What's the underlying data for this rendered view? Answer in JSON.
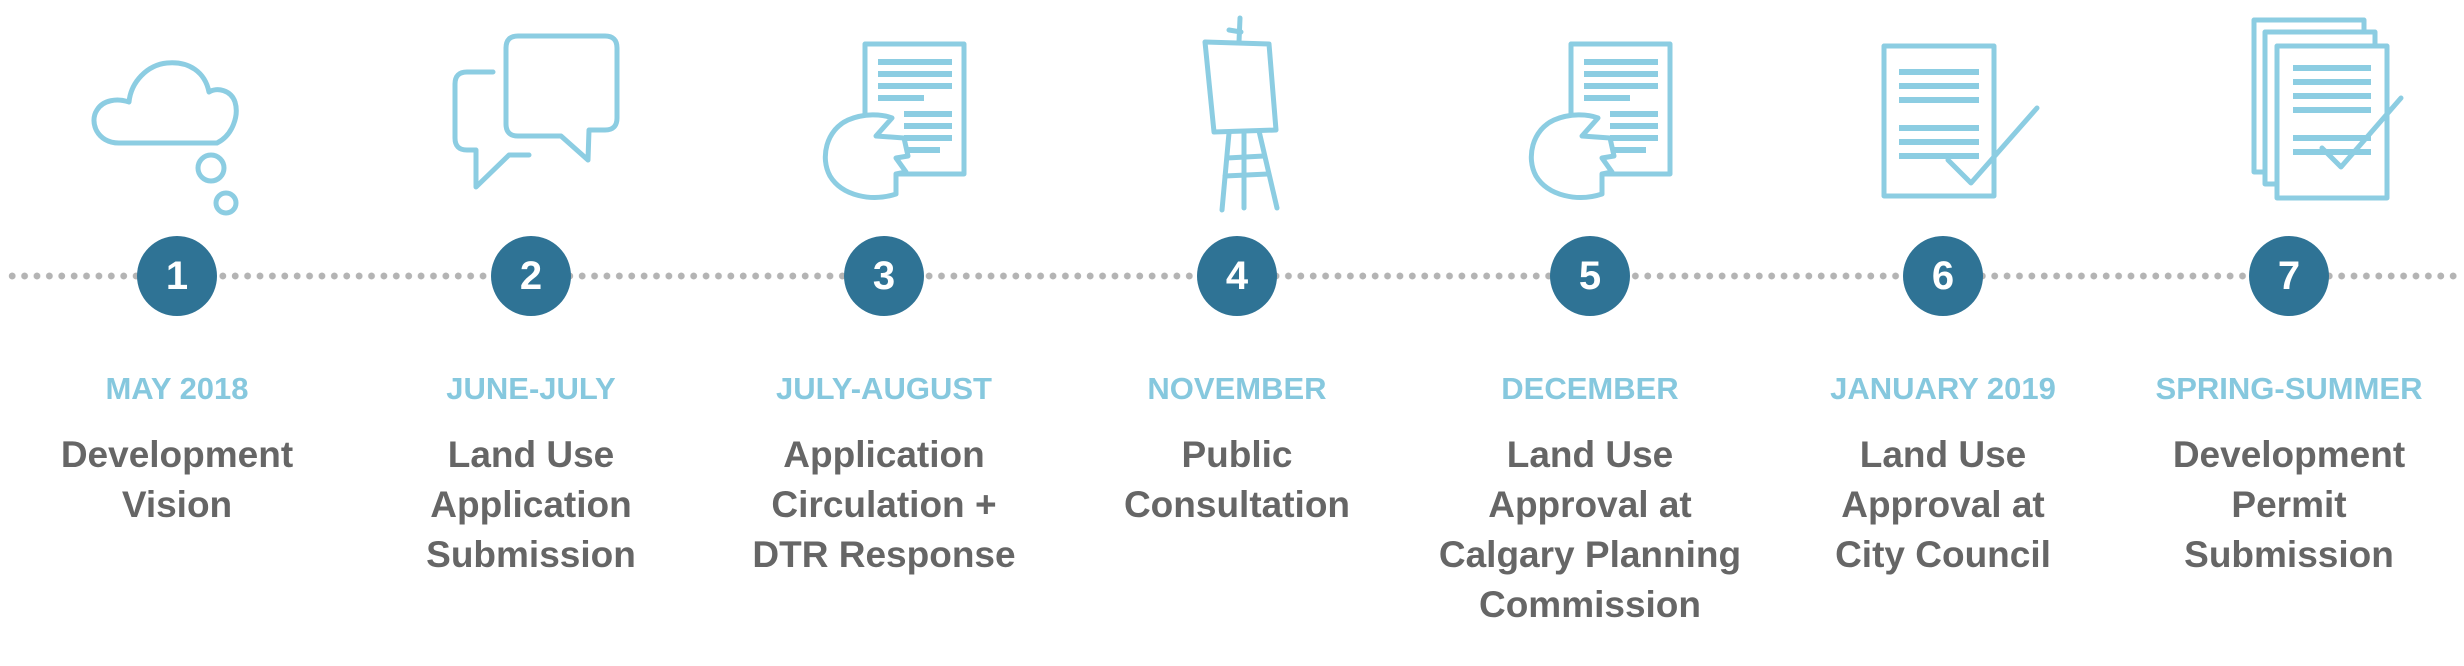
{
  "colors": {
    "icon": "#8ccde2",
    "circle": "#2f7395",
    "date": "#86c8de",
    "label": "#666666",
    "dots": "#b4b4b4"
  },
  "steps": [
    {
      "number": "1",
      "date": "MAY 2018",
      "label": "Development\nVision",
      "icon": "thought-cloud-icon"
    },
    {
      "number": "2",
      "date": "JUNE-JULY",
      "label": "Land Use\nApplication\nSubmission",
      "icon": "speech-bubbles-icon"
    },
    {
      "number": "3",
      "date": "JULY-AUGUST",
      "label": "Application\nCirculation +\nDTR Response",
      "icon": "hand-document-icon"
    },
    {
      "number": "4",
      "date": "NOVEMBER",
      "label": "Public\nConsultation",
      "icon": "easel-icon"
    },
    {
      "number": "5",
      "date": "DECEMBER",
      "label": "Land Use\nApproval at\nCalgary Planning\nCommission",
      "icon": "hand-document-icon"
    },
    {
      "number": "6",
      "date": "JANUARY 2019",
      "label": "Land Use\nApproval at\nCity Council",
      "icon": "document-check-icon"
    },
    {
      "number": "7",
      "date": "SPRING-SUMMER",
      "label": "Development\nPermit\nSubmission",
      "icon": "documents-check-icon"
    }
  ]
}
